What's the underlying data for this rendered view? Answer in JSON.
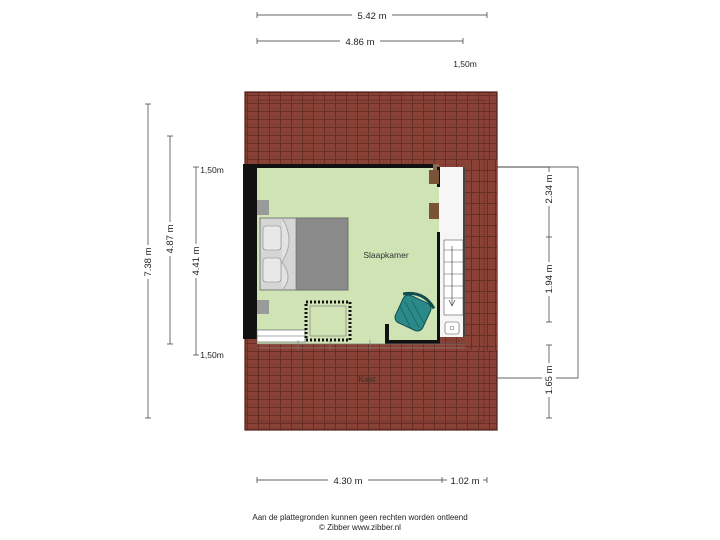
{
  "dimensions": {
    "top_overall": "5.42 m",
    "top_inner": "4.86 m",
    "top_right_small": "1,50m",
    "left_overall": "7.38 m",
    "left_mid": "4.87 m",
    "left_inner": "4.41 m",
    "left_upper_small": "1,50m",
    "left_lower_small": "1,50m",
    "right_top": "2.34 m",
    "right_mid": "1.94 m",
    "right_bottom": "1.65 m",
    "bottom_left": "4.30 m",
    "bottom_right": "1.02 m"
  },
  "rooms": {
    "bedroom": "Slaapkamer",
    "storage": "Kast"
  },
  "colors": {
    "roof": "#8b4236",
    "roof_line": "#5e2820",
    "floor": "#cfe3b4",
    "wall": "#111111",
    "bed_cover": "#8a8a8a",
    "chair": "#2a8a8a"
  },
  "footer": {
    "disclaimer": "Aan de plattegronden kunnen geen rechten worden ontleend",
    "copyright": "© Zibber www.zibber.nl"
  }
}
